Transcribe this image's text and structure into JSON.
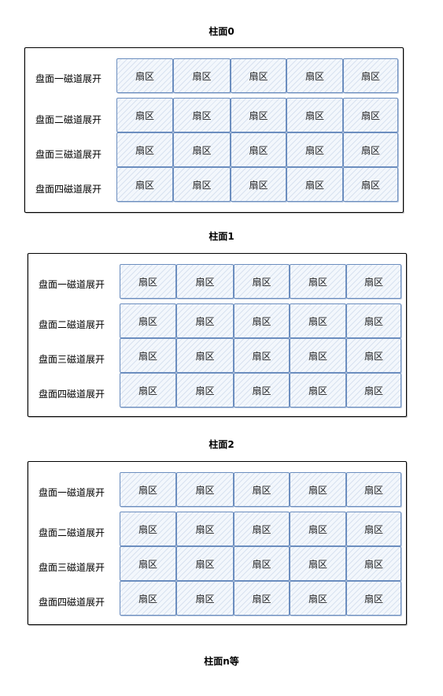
{
  "cylinders": [
    {
      "title": "柱面0",
      "rows": [
        {
          "label": "盘面一磁道展开",
          "sectors": [
            "扇区",
            "扇区",
            "扇区",
            "扇区",
            "扇区"
          ]
        },
        {
          "label": "盘面二磁道展开",
          "sectors": [
            "扇区",
            "扇区",
            "扇区",
            "扇区",
            "扇区"
          ]
        },
        {
          "label": "盘面三磁道展开",
          "sectors": [
            "扇区",
            "扇区",
            "扇区",
            "扇区",
            "扇区"
          ]
        },
        {
          "label": "盘面四磁道展开",
          "sectors": [
            "扇区",
            "扇区",
            "扇区",
            "扇区",
            "扇区"
          ]
        }
      ]
    },
    {
      "title": "柱面1",
      "rows": [
        {
          "label": "盘面一磁道展开",
          "sectors": [
            "扇区",
            "扇区",
            "扇区",
            "扇区",
            "扇区"
          ]
        },
        {
          "label": "盘面二磁道展开",
          "sectors": [
            "扇区",
            "扇区",
            "扇区",
            "扇区",
            "扇区"
          ]
        },
        {
          "label": "盘面三磁道展开",
          "sectors": [
            "扇区",
            "扇区",
            "扇区",
            "扇区",
            "扇区"
          ]
        },
        {
          "label": "盘面四磁道展开",
          "sectors": [
            "扇区",
            "扇区",
            "扇区",
            "扇区",
            "扇区"
          ]
        }
      ]
    },
    {
      "title": "柱面2",
      "rows": [
        {
          "label": "盘面一磁道展开",
          "sectors": [
            "扇区",
            "扇区",
            "扇区",
            "扇区",
            "扇区"
          ]
        },
        {
          "label": "盘面二磁道展开",
          "sectors": [
            "扇区",
            "扇区",
            "扇区",
            "扇区",
            "扇区"
          ]
        },
        {
          "label": "盘面三磁道展开",
          "sectors": [
            "扇区",
            "扇区",
            "扇区",
            "扇区",
            "扇区"
          ]
        },
        {
          "label": "盘面四磁道展开",
          "sectors": [
            "扇区",
            "扇区",
            "扇区",
            "扇区",
            "扇区"
          ]
        }
      ]
    }
  ],
  "footer_label": "柱面n等",
  "colors": {
    "sector_stroke": "#6c8ebf",
    "sector_fill": "#dae8fc",
    "frame_stroke": "#000000"
  }
}
